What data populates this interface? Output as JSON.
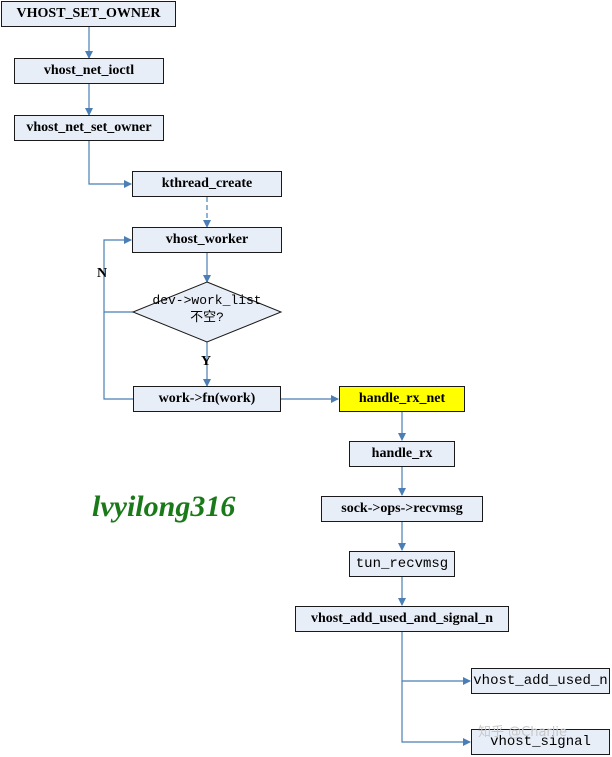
{
  "diagram": {
    "nodes": {
      "vhost_set_owner": "VHOST_SET_OWNER",
      "vhost_net_ioctl": "vhost_net_ioctl",
      "vhost_net_set_owner": "vhost_net_set_owner",
      "kthread_create": "kthread_create",
      "vhost_worker": "vhost_worker",
      "work_list_check": "dev->work_list\n不空?",
      "work_fn": "work->fn(work)",
      "handle_rx_net": "handle_rx_net",
      "handle_rx": "handle_rx",
      "sock_recvmsg": "sock->ops->recvmsg",
      "tun_recvmsg": "tun_recvmsg",
      "vhost_add_used_and_signal_n": "vhost_add_used_and_signal_n",
      "vhost_add_used_n": "vhost_add_used_n",
      "vhost_signal": "vhost_signal"
    },
    "edge_labels": {
      "no": "N",
      "yes": "Y"
    },
    "highlight_color": "#ffff00",
    "box_color": "#e8eef8",
    "line_color": "#4a7eb5"
  },
  "watermark": "lvyilong316",
  "source_watermark": "知乎 @Charlie"
}
